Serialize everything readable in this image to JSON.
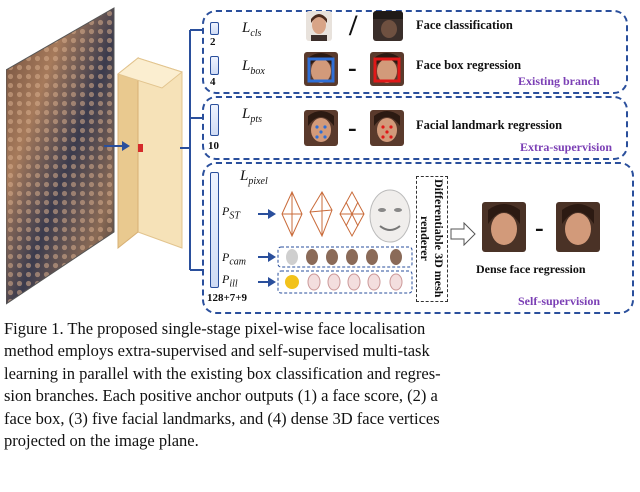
{
  "figure": {
    "existing_branch": {
      "loss_cls": "L",
      "loss_cls_sub": "cls",
      "loss_box": "L",
      "loss_box_sub": "box",
      "dim_cls": "2",
      "dim_box": "4",
      "label_cls": "Face classification",
      "label_box": "Face box regression",
      "slash": "/",
      "minus": "-",
      "title": "Existing branch"
    },
    "extra_branch": {
      "loss": "L",
      "loss_sub": "pts",
      "dim": "10",
      "label": "Facial landmark regression",
      "minus": "-",
      "title": "Extra-supervision"
    },
    "self_branch": {
      "loss": "L",
      "loss_sub": "pixel",
      "p_st": "P",
      "p_st_sub": "ST",
      "p_cam": "P",
      "p_cam_sub": "cam",
      "p_ill": "P",
      "p_ill_sub": "ill",
      "dim": "128+7+9",
      "renderer_label": "Differentiable 3D mesh renderer",
      "label": "Dense face regression",
      "minus": "-",
      "title": "Self-supervision"
    },
    "colors": {
      "box_border": "#2a4f9c",
      "branch_title": "#7b3fb5",
      "box_highlight_blue": "#2f6fd6",
      "box_highlight_red": "#e01818",
      "feature_map": "#f3d9a6"
    }
  },
  "caption": {
    "lines": [
      "Figure 1. The proposed single-stage pixel-wise face localisation",
      "method employs extra-supervised and self-supervised multi-task",
      "learning in parallel with the existing box classification and regres-",
      "sion branches. Each positive anchor outputs (1) a face score, (2) a",
      "face box, (3) five facial landmarks, and (4) dense 3D face vertices",
      "projected on the image plane."
    ]
  }
}
